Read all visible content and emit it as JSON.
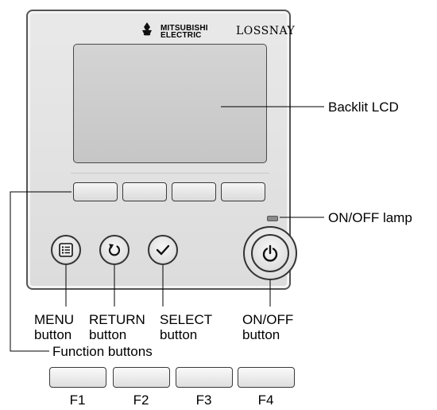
{
  "panel": {
    "brand_line1": "MITSUBISHI",
    "brand_line2": "ELECTRIC",
    "product_logo": "LOSSNAY"
  },
  "labels": {
    "backlit_lcd": "Backlit LCD",
    "on_off_lamp": "ON/OFF lamp",
    "menu_line1": "MENU",
    "menu_line2": "button",
    "return_line1": "RETURN",
    "return_line2": "button",
    "select_line1": "SELECT",
    "select_line2": "button",
    "onoff_line1": "ON/OFF",
    "onoff_line2": "button",
    "function_buttons": "Function buttons"
  },
  "function_keys": [
    "F1",
    "F2",
    "F3",
    "F4"
  ],
  "icons": {
    "menu": "menu-list-icon",
    "return": "return-arrow-icon",
    "select": "checkmark-icon",
    "power": "power-icon"
  },
  "colors": {
    "panel": "#e2e2e2",
    "lcd": "#cccccc",
    "outline": "#333333",
    "lamp": "#888888"
  }
}
